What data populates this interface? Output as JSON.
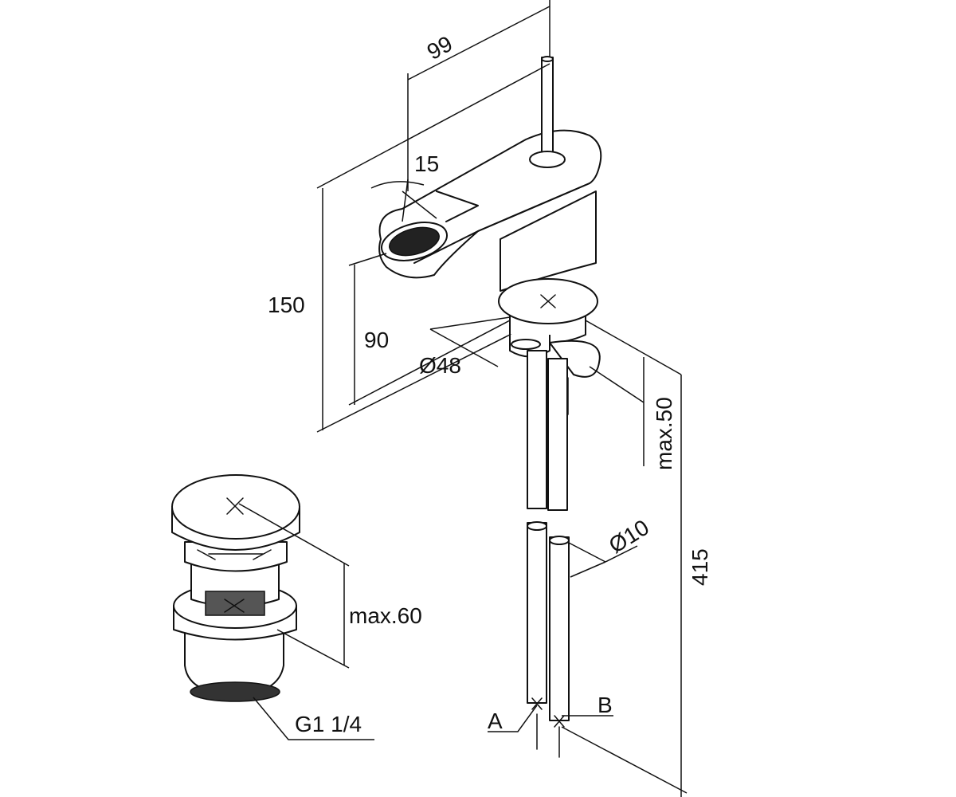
{
  "drawing": {
    "dimensions": {
      "spout_reach": "99",
      "handle_angle": "15",
      "total_height": "150",
      "spout_height": "90",
      "base_diameter": "Ø48",
      "mount_thickness": "max.50",
      "hose_diameter": "Ø10",
      "hose_length": "415",
      "drain_height": "max.60",
      "drain_thread": "G1 1/4"
    },
    "connections": {
      "hose_a": "A",
      "hose_b": "B"
    }
  }
}
